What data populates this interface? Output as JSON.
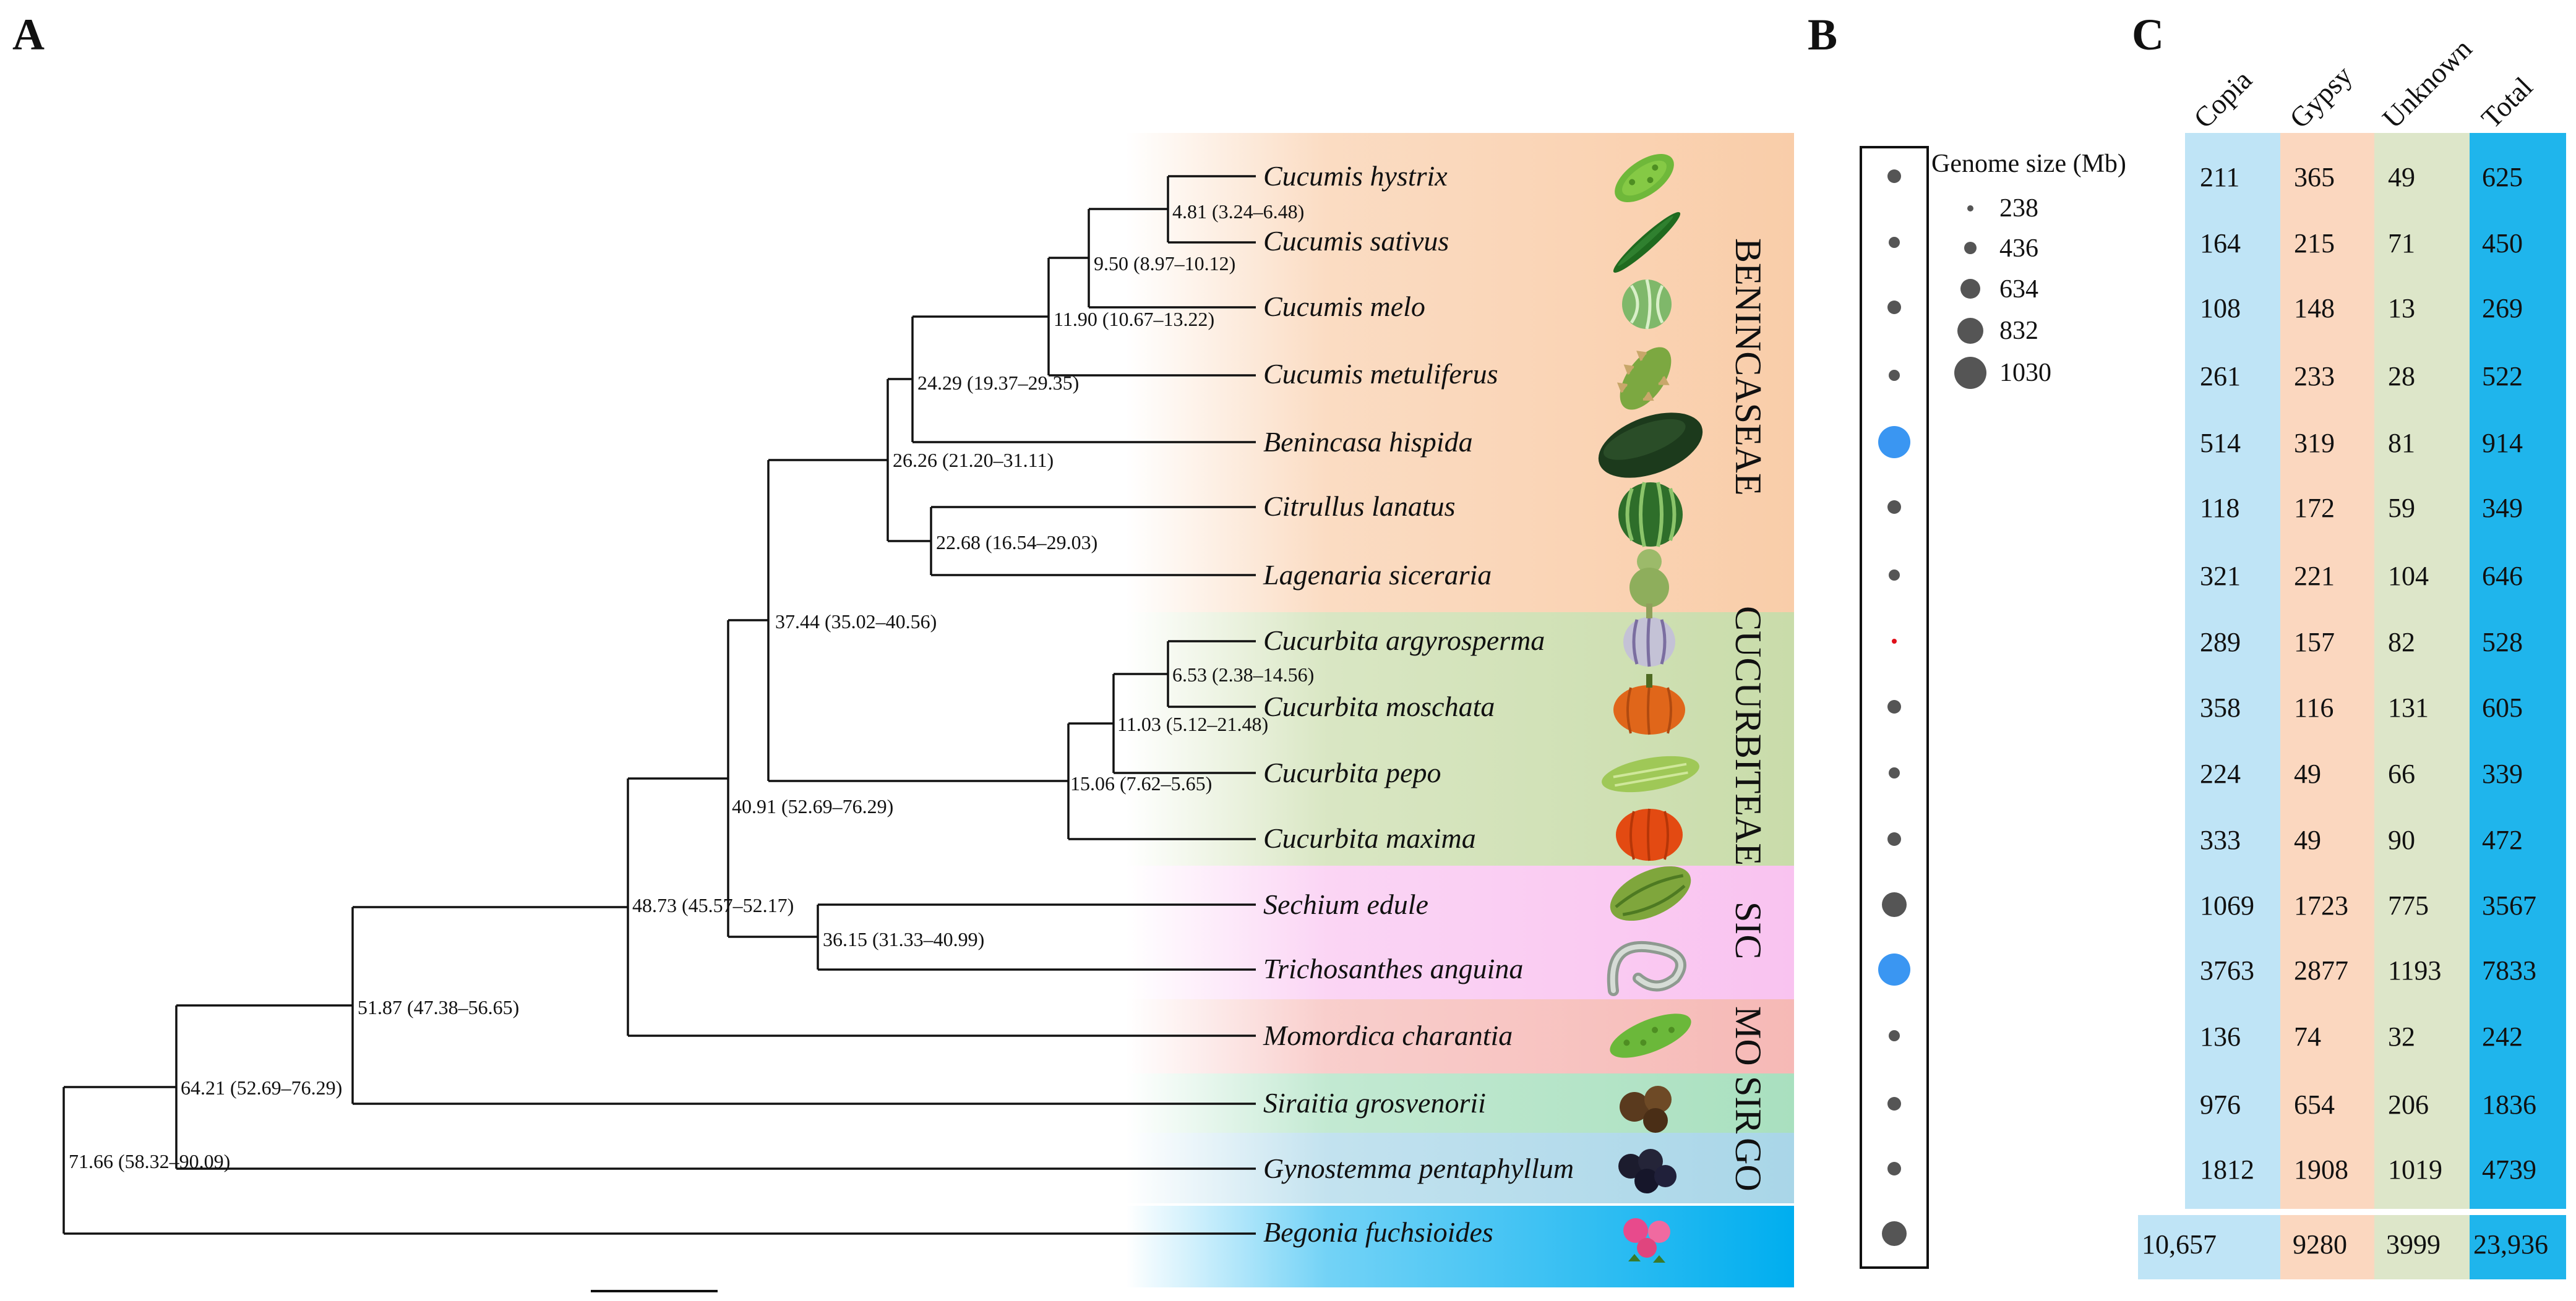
{
  "panels": {
    "a": "A",
    "b": "B",
    "c": "C"
  },
  "taxa": [
    "Cucumis hystrix",
    "Cucumis sativus",
    "Cucumis melo",
    "Cucumis metuliferus",
    "Benincasa hispida",
    "Citrullus lanatus",
    "Lagenaria siceraria",
    "Cucurbita argyrosperma",
    "Cucurbita moschata",
    "Cucurbita pepo",
    "Cucurbita maxima",
    "Sechium edule",
    "Trichosanthes anguina",
    "Momordica charantia",
    "Siraitia grosvenorii",
    "Gynostemma pentaphyllum",
    "Begonia fuchsioides"
  ],
  "nodes": {
    "n1": "4.81 (3.24–6.48)",
    "n2": "9.50 (8.97–10.12)",
    "n3": "11.90 (10.67–13.22)",
    "n4": "24.29 (19.37–29.35)",
    "n5": "22.68 (16.54–29.03)",
    "n6": "26.26 (21.20–31.11)",
    "n7": "6.53 (2.38–14.56)",
    "n8": "11.03 (5.12–21.48)",
    "n9": "15.06 (7.62–5.65)",
    "n10": "37.44 (35.02–40.56)",
    "n11": "40.91 (52.69–76.29)",
    "n12": "36.15 (31.33–40.99)",
    "n13": "48.73 (45.57–52.17)",
    "n14": "51.87 (47.38–56.65)",
    "n15": "64.21 (52.69–76.29)",
    "n16": "71.66 (58.32–90.09)"
  },
  "clades": [
    "BENINCASEAE",
    "CUCURBITEAE",
    "SIC",
    "MO",
    "SIR",
    "GO"
  ],
  "colors": {
    "benincaseae": "#f9cda9",
    "cucurbiteae": "#c9dcaa",
    "sic": "#f9c3f0",
    "mo": "#f6b9b6",
    "sir": "#a9e0bf",
    "go": "#a9d6e8",
    "outgroup": "#00aeef",
    "copia": "#bfe4f6",
    "gypsy": "#fbd7bf",
    "unknown": "#dde6c9",
    "total": "#1fb5ec",
    "dot": "#555555",
    "dot_highlight": "#3a96f2",
    "dot_red": "#e0101a"
  },
  "genome_size": {
    "title": "Genome size (Mb)",
    "legend": [
      "238",
      "436",
      "634",
      "832",
      "1030"
    ],
    "dots": [
      "normal",
      "small",
      "normal",
      "small",
      "blue",
      "normal",
      "small",
      "red",
      "normal",
      "small",
      "normal",
      "large",
      "blue",
      "small",
      "normal",
      "normal",
      "large"
    ]
  },
  "te_table": {
    "headers": [
      "Copia",
      "Gypsy",
      "Unknown",
      "Total"
    ],
    "rows": [
      [
        "211",
        "365",
        "49",
        "625"
      ],
      [
        "164",
        "215",
        "71",
        "450"
      ],
      [
        "108",
        "148",
        "13",
        "269"
      ],
      [
        "261",
        "233",
        "28",
        "522"
      ],
      [
        "514",
        "319",
        "81",
        "914"
      ],
      [
        "118",
        "172",
        "59",
        "349"
      ],
      [
        "321",
        "221",
        "104",
        "646"
      ],
      [
        "289",
        "157",
        "82",
        "528"
      ],
      [
        "358",
        "116",
        "131",
        "605"
      ],
      [
        "224",
        "49",
        "66",
        "339"
      ],
      [
        "333",
        "49",
        "90",
        "472"
      ],
      [
        "1069",
        "1723",
        "775",
        "3567"
      ],
      [
        "3763",
        "2877",
        "1193",
        "7833"
      ],
      [
        "136",
        "74",
        "32",
        "242"
      ],
      [
        "976",
        "654",
        "206",
        "1836"
      ],
      [
        "1812",
        "1908",
        "1019",
        "4739"
      ]
    ],
    "totals": [
      "10,657",
      "9280",
      "3999",
      "23,936"
    ]
  },
  "icons": [
    "bitter-gourd-icon",
    "cucumber-icon",
    "melon-icon",
    "horned-melon-icon",
    "wax-gourd-icon",
    "watermelon-icon",
    "bottle-gourd-icon",
    "garlic-squash-icon",
    "pumpkin-icon",
    "zucchini-icon",
    "red-pumpkin-icon",
    "chayote-icon",
    "snake-gourd-icon",
    "bitter-melon-icon",
    "monk-fruit-icon",
    "berries-icon",
    "begonia-flower-icon"
  ]
}
